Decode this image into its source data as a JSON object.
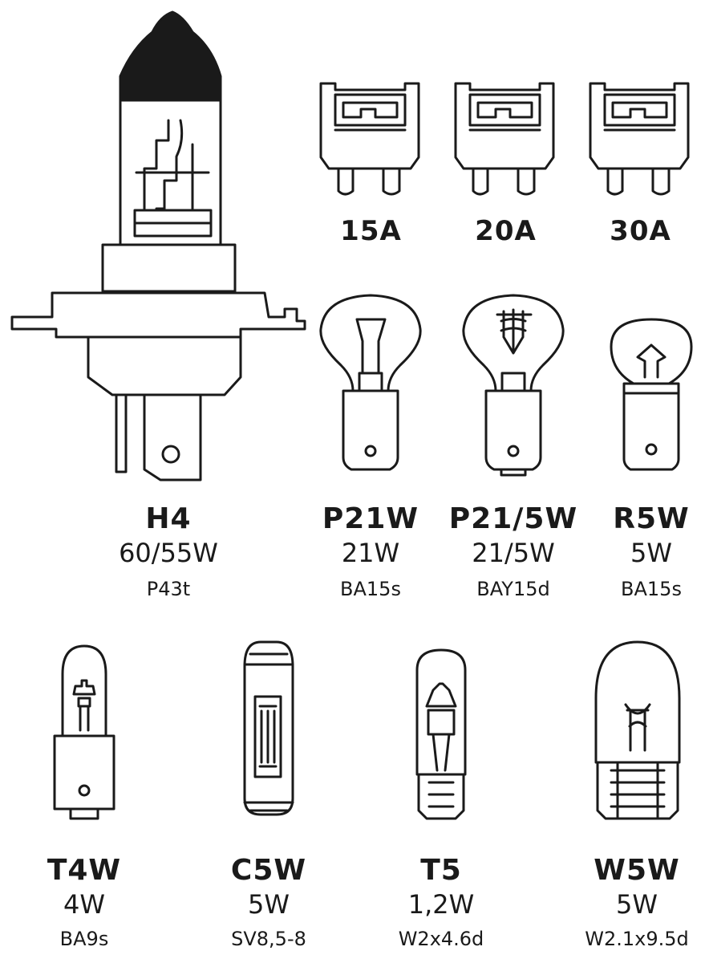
{
  "fuses": [
    {
      "label": "15A"
    },
    {
      "label": "20A"
    },
    {
      "label": "30A"
    }
  ],
  "bulbs": {
    "h4": {
      "name": "H4",
      "watt": "60/55W",
      "base": "P43t"
    },
    "p21w": {
      "name": "P21W",
      "watt": "21W",
      "base": "BA15s"
    },
    "p215w": {
      "name": "P21/5W",
      "watt": "21/5W",
      "base": "BAY15d"
    },
    "r5w": {
      "name": "R5W",
      "watt": "5W",
      "base": "BA15s"
    },
    "t4w": {
      "name": "T4W",
      "watt": "4W",
      "base": "BA9s"
    },
    "c5w": {
      "name": "C5W",
      "watt": "5W",
      "base": "SV8,5-8"
    },
    "t5": {
      "name": "T5",
      "watt": "1,2W",
      "base": "W2x4.6d"
    },
    "w5w": {
      "name": "W5W",
      "watt": "5W",
      "base": "W2.1x9.5d"
    }
  },
  "colors": {
    "ink": "#1a1a1a",
    "background": "#ffffff"
  }
}
